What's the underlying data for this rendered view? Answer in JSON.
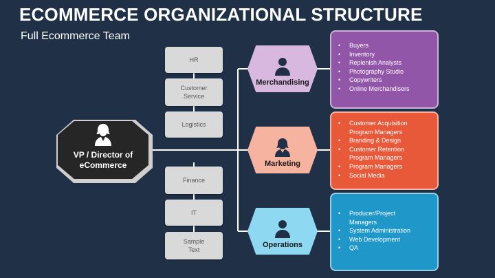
{
  "title": "ECOMMERCE ORGANIZATIONAL STRUCTURE",
  "subtitle": "Full Ecommerce Team",
  "vp": {
    "label_line1": "VP / Director of",
    "label_line2": "eCommerce"
  },
  "support_departments": [
    {
      "line1": "HR",
      "line2": ""
    },
    {
      "line1": "Customer",
      "line2": "Service"
    },
    {
      "line1": "Logistics",
      "line2": ""
    },
    {
      "line1": "Finance",
      "line2": ""
    },
    {
      "line1": "IT",
      "line2": ""
    },
    {
      "line1": "Sample",
      "line2": "Text"
    }
  ],
  "divisions": [
    {
      "name": "Merchandising",
      "shape_color": "#d9b8e0",
      "panel_color": "#9256a8",
      "items": [
        "Buyers",
        "Inventory",
        "Replenish Analysts",
        "Photography Studio",
        "Copywriters",
        "Online Merchandisers"
      ]
    },
    {
      "name": "Marketing",
      "shape_color": "#f6b3a0",
      "panel_color": "#e8593a",
      "items": [
        "Customer Acquisition",
        "Program Managers",
        "Branding & Design",
        "Customer Retention",
        "Program Managers",
        "Program Managers",
        "Social Media"
      ]
    },
    {
      "name": "Operations",
      "shape_color": "#8ed8f2",
      "panel_color": "#1f97c9",
      "items": [
        "Producer/Project",
        "Managers",
        "System Administration",
        "Web Development",
        "QA"
      ]
    }
  ],
  "colors": {
    "background": "#1f3047",
    "connector": "#ffffff"
  }
}
